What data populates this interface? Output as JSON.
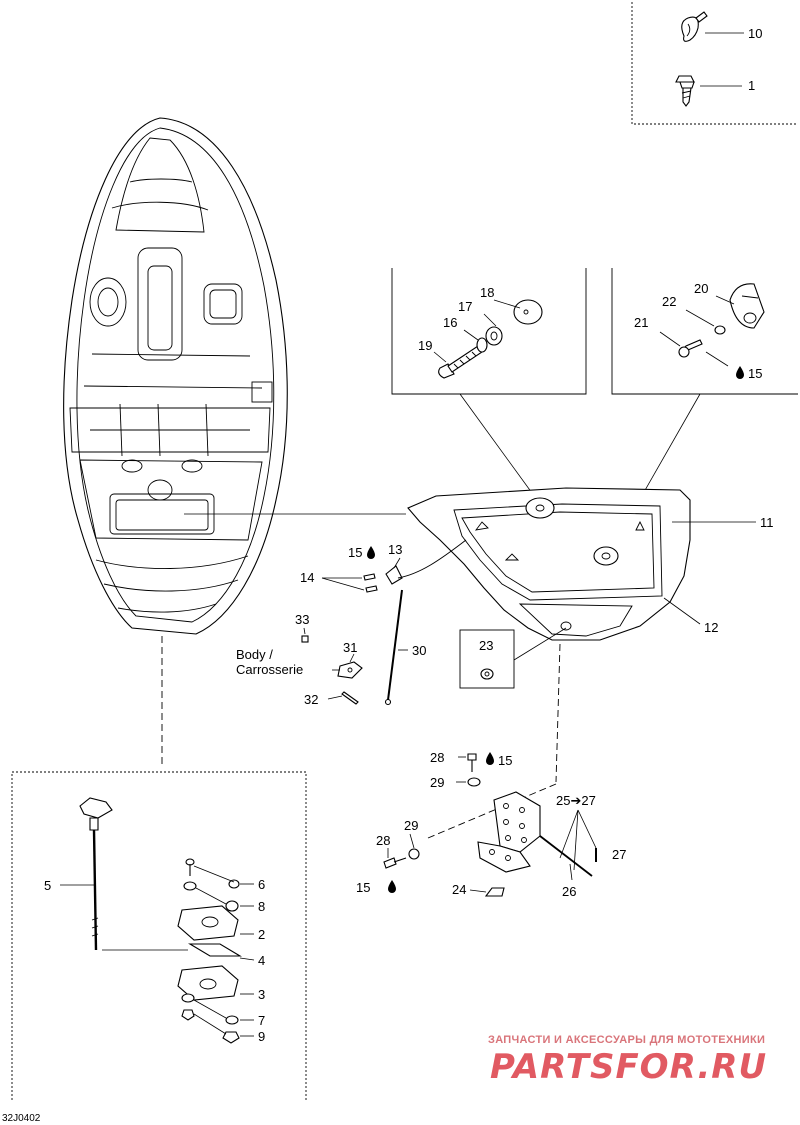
{
  "diagram": {
    "code": "32J0402",
    "body_label_line1": "Body /",
    "body_label_line2": "Carrosserie",
    "arrow_label": "25➔27",
    "labels": {
      "p10": "10",
      "p1": "1",
      "p18": "18",
      "p17": "17",
      "p16": "16",
      "p19": "19",
      "p20": "20",
      "p22": "22",
      "p21": "21",
      "p15a": "15",
      "p11": "11",
      "p12": "12",
      "p13": "13",
      "p15b": "15",
      "p14": "14",
      "p33": "33",
      "p31": "31",
      "p30": "30",
      "p32": "32",
      "p23": "23",
      "p28a": "28",
      "p15c": "15",
      "p29a": "29",
      "p28b": "28",
      "p29b": "29",
      "p15d": "15",
      "p27": "27",
      "p26": "26",
      "p24": "24",
      "p5": "5",
      "p6": "6",
      "p8": "8",
      "p2": "2",
      "p4": "4",
      "p3": "3",
      "p7": "7",
      "p9": "9"
    },
    "icons": [
      "loctite-drop-icon"
    ]
  },
  "watermark": {
    "line1": "ЗАПЧАСТИ И АКСЕССУАРЫ ДЛЯ МОТОТЕХНИКИ",
    "line2": "PARTSFOR.RU"
  }
}
